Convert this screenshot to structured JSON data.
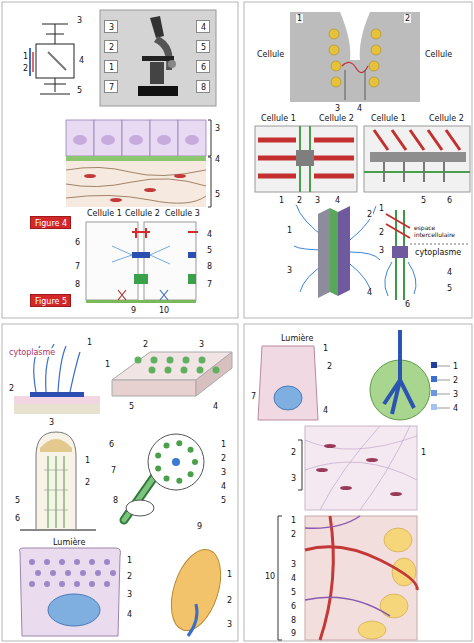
{
  "diagram": {
    "nodes": [
      {
        "text": [
          "3"
        ]
      },
      {
        "text": [
          "2"
        ]
      },
      {
        "text": [
          "1"
        ]
      },
      {
        "text": [
          "7"
        ]
      },
      {
        "text": [
          "4"
        ]
      },
      {
        "text": [
          "5"
        ]
      },
      {
        "text": [
          "6"
        ]
      },
      {
        "text": [
          "8"
        ]
      },
      {
        "text": [
          "Figure 4"
        ]
      },
      {
        "text": [
          "Figure 5"
        ]
      }
    ],
    "labels": [
      "1",
      "2",
      "3",
      "4",
      "5",
      "3",
      "4",
      "5",
      "Cellule 1",
      "Cellule 2",
      "Cellule 3",
      "6",
      "7",
      "8",
      "4",
      "5",
      "8",
      "7",
      "9",
      "10",
      "Cellule",
      "Cellule",
      "1",
      "2",
      "3",
      "4",
      "Cellule 1",
      "Cellule 2",
      "Cellule 1",
      "Cellule 2",
      "1",
      "2",
      "3",
      "4",
      "5",
      "6",
      "1",
      "2",
      "3",
      "4",
      "1",
      "2",
      "3",
      "espace intercellulaire",
      "cytoplasme",
      "4",
      "5",
      "6",
      "cytoplasme",
      "1",
      "2",
      "3",
      "1",
      "2",
      "3",
      "4",
      "5",
      "1",
      "2",
      "5",
      "6",
      "1",
      "2",
      "3",
      "4",
      "5",
      "6",
      "7",
      "8",
      "9",
      "Lumière",
      "1",
      "2",
      "3",
      "4",
      "1",
      "2",
      "3",
      "Lumière",
      "1",
      "2",
      "7",
      "4",
      "1",
      "2",
      "3",
      "4",
      "1",
      "2",
      "3",
      "1",
      "2",
      "3",
      "4",
      "5",
      "6",
      "8",
      "9",
      "10"
    ]
  }
}
